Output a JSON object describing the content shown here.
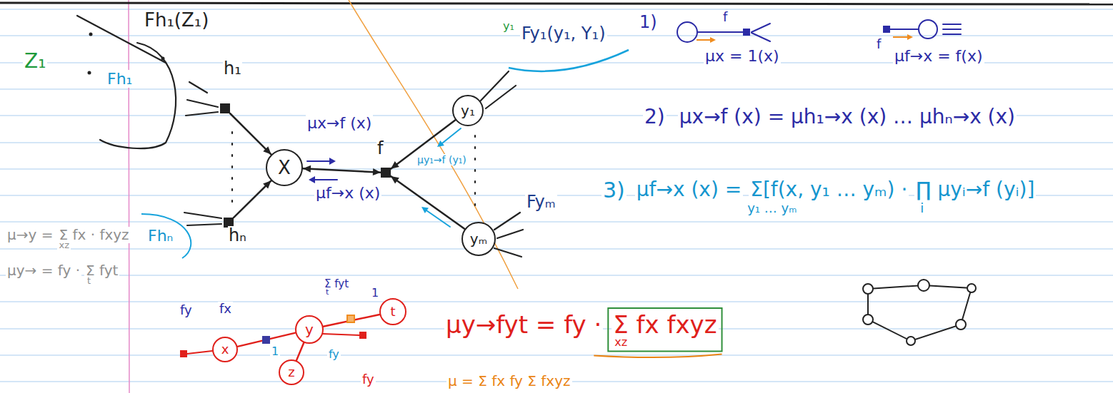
{
  "diagram": {
    "nodes": [
      {
        "text": [
          "h₁"
        ]
      },
      {
        "text": [
          "hₙ"
        ]
      },
      {
        "text": [
          "X"
        ]
      },
      {
        "text": [
          "f"
        ]
      },
      {
        "text": [
          "y₁"
        ]
      },
      {
        "text": [
          "yₘ"
        ]
      },
      {
        "text": [
          "x"
        ]
      },
      {
        "text": [
          "y"
        ]
      },
      {
        "text": [
          "z"
        ]
      },
      {
        "text": [
          "t"
        ]
      }
    ],
    "edges": [
      {
        "from": 0,
        "to": 2,
        "arrow": "to"
      },
      {
        "from": 1,
        "to": 2,
        "arrow": "to"
      },
      {
        "from": 2,
        "to": 3,
        "arrow": "both"
      },
      {
        "from": 4,
        "to": 3,
        "arrow": "to"
      },
      {
        "from": 5,
        "to": 3,
        "arrow": "to"
      },
      {
        "from": 6,
        "to": 7,
        "arrow": "none"
      },
      {
        "from": 8,
        "to": 7,
        "arrow": "none"
      },
      {
        "from": 7,
        "to": 9,
        "arrow": "none"
      }
    ],
    "labels": [
      "Fh₁(Z₁)",
      "Z₁",
      "Fh₁",
      "Fhₙ",
      "μx→f (x)",
      "μf→x (x)",
      "μy₁→f (y₁)",
      "y₁",
      "Fy₁(y₁, Y₁)",
      "Fyₘ",
      "1)",
      "f",
      "μx = 1(x)",
      "f",
      "μf→x = f(x)",
      "2)",
      "μx→f (x) = μh₁→x (x) … μhₙ→x (x)",
      "3)",
      "μf→x (x) =",
      "Σ[f(x, y₁ … yₘ) ·",
      "∏ μyᵢ→f (yᵢ)]",
      "y₁ … yₘ",
      "i",
      "μ→y =",
      "Σ fx · fxyz",
      "xz",
      "μy→ = fy ·",
      "Σ fyt",
      "t",
      "fy",
      "fx",
      "Σ fyt",
      "t",
      "1",
      "1",
      "fy",
      "fy",
      "μy→fyt = fy ·",
      "Σ fx fxyz",
      "xz",
      "μ = Σ fx fy Σ fxyz"
    ]
  }
}
